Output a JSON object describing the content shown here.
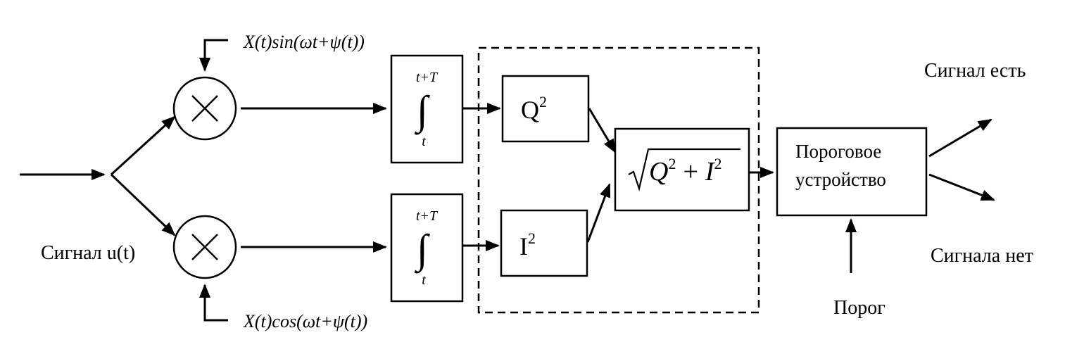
{
  "input_label": "Сигнал u(t)",
  "ref_sin": "X(t)sin(ωt+ψ(t))",
  "ref_cos": "X(t)cos(ωt+ψ(t))",
  "integrator": {
    "upper": "t+T",
    "lower": "t",
    "symbol": "∫"
  },
  "square_q": {
    "base": "Q",
    "exp": "2"
  },
  "square_i": {
    "base": "I",
    "exp": "2"
  },
  "magnitude": {
    "q": "Q",
    "i": "I",
    "exp": "2",
    "plus": "+"
  },
  "threshold_device": {
    "line1": "Пороговое",
    "line2": "устройство"
  },
  "threshold_label": "Порог",
  "output_yes": "Сигнал есть",
  "output_no": "Сигнала нет",
  "multiplier_symbol": "×"
}
